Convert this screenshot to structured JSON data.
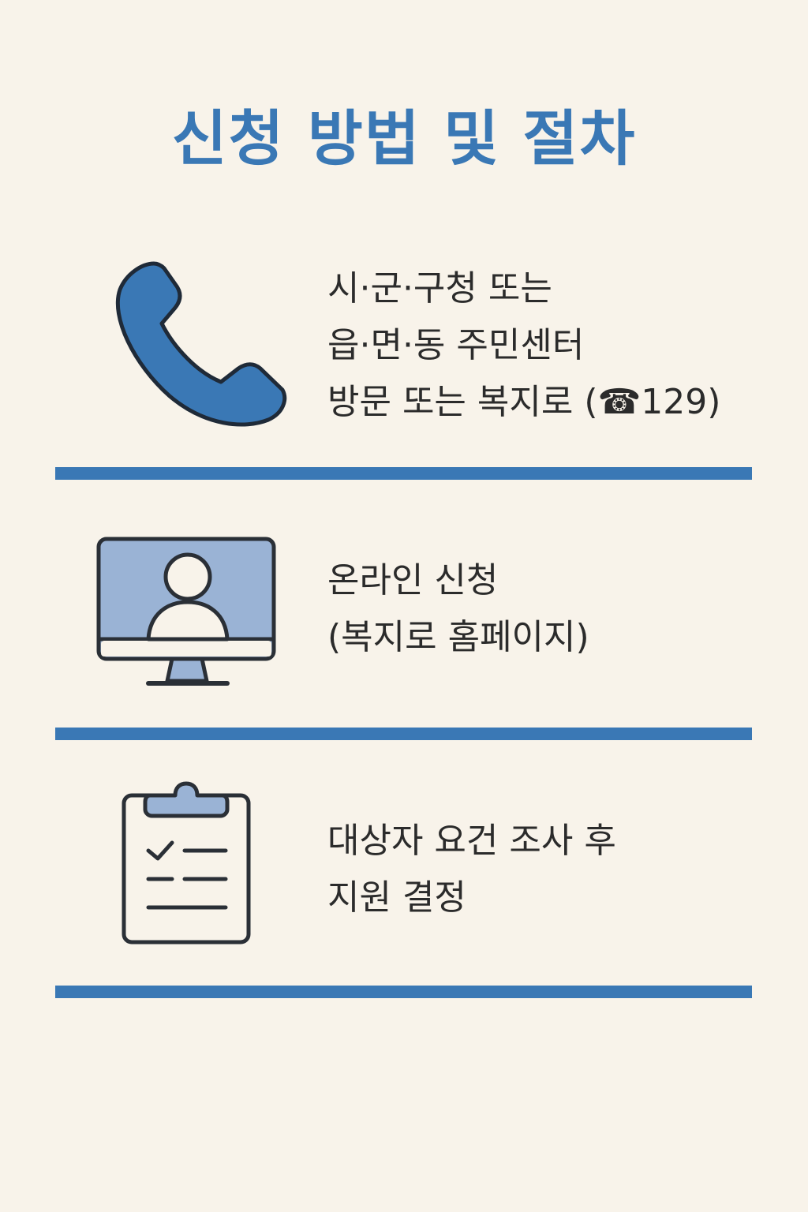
{
  "title": "신청 방법 및 절차",
  "colors": {
    "background": "#f8f3ea",
    "accent": "#3a78b5",
    "icon_fill_light": "#9ab3d5",
    "outline": "#2a2f36",
    "text": "#2b2b2b"
  },
  "items": [
    {
      "icon": "phone-icon",
      "lines": [
        "시·군·구청 또는",
        "읍·면·동 주민센터",
        "방문 또는 복지로 (☎129)"
      ]
    },
    {
      "icon": "computer-user-icon",
      "lines": [
        "온라인 신청",
        "(복지로 홈페이지)"
      ]
    },
    {
      "icon": "clipboard-checklist-icon",
      "lines": [
        "대상자 요건 조사 후",
        "지원 결정"
      ]
    }
  ]
}
